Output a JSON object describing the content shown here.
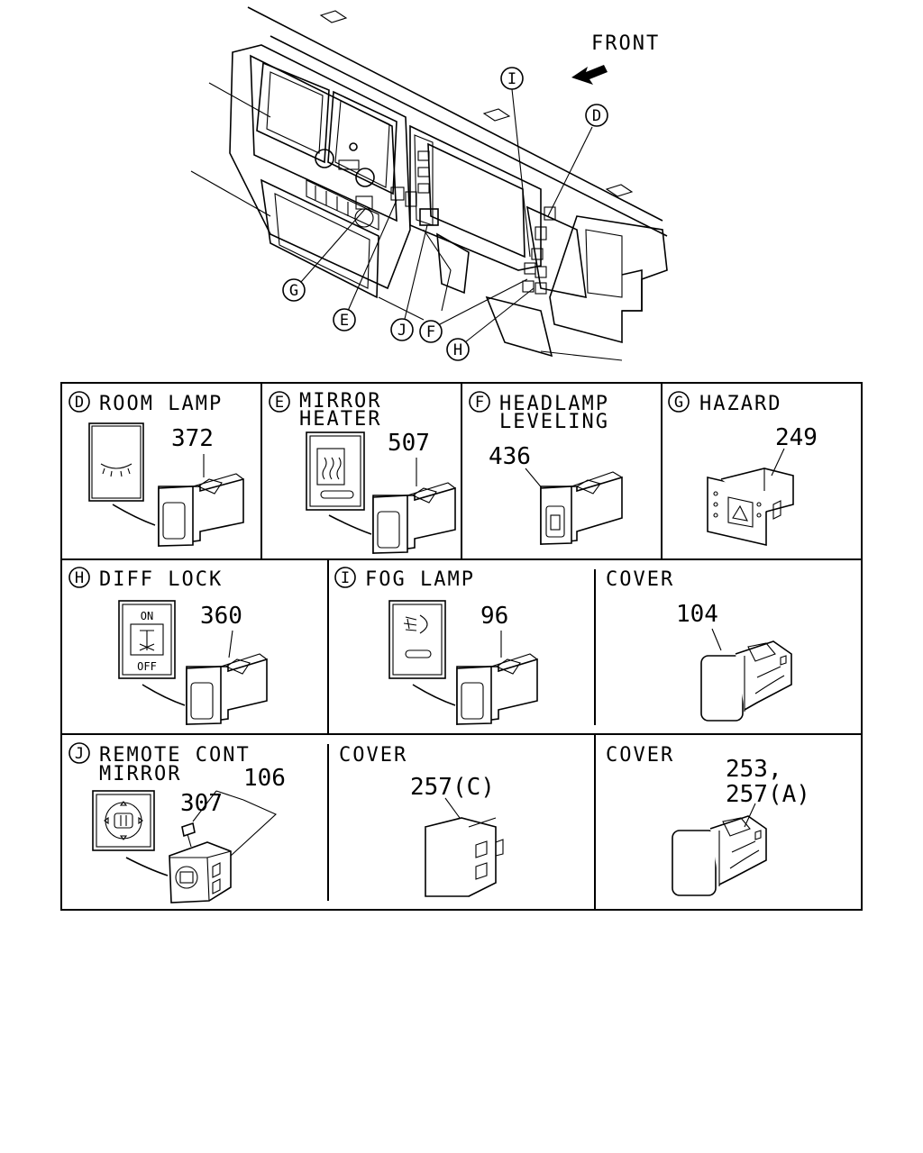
{
  "overview": {
    "front_label": "FRONT",
    "callouts": {
      "d": "D",
      "e": "E",
      "f": "F",
      "g": "G",
      "h": "H",
      "i": "I",
      "j": "J"
    }
  },
  "panels": {
    "d": {
      "letter": "D",
      "title": "ROOM LAMP",
      "part": "372"
    },
    "e": {
      "letter": "E",
      "title_line1": "MIRROR",
      "title_line2": "HEATER",
      "part": "507"
    },
    "f": {
      "letter": "F",
      "title_line1": "HEADLAMP",
      "title_line2": "LEVELING",
      "part": "436"
    },
    "g": {
      "letter": "G",
      "title": "HAZARD",
      "part": "249"
    },
    "h": {
      "letter": "H",
      "title": "DIFF LOCK",
      "part": "360",
      "switch_on": "ON",
      "switch_off": "OFF"
    },
    "i": {
      "letter": "I",
      "title": "FOG LAMP",
      "part": "96"
    },
    "cover1": {
      "title": "COVER",
      "part": "104"
    },
    "j": {
      "letter": "J",
      "title_line1": "REMOTE CONT",
      "title_line2": "MIRROR",
      "part_a": "106",
      "part_b": "307"
    },
    "cover2": {
      "title": "COVER",
      "part": "257(C)"
    },
    "cover3": {
      "title": "COVER",
      "part_line1": "253,",
      "part_line2": "257(A)"
    }
  }
}
